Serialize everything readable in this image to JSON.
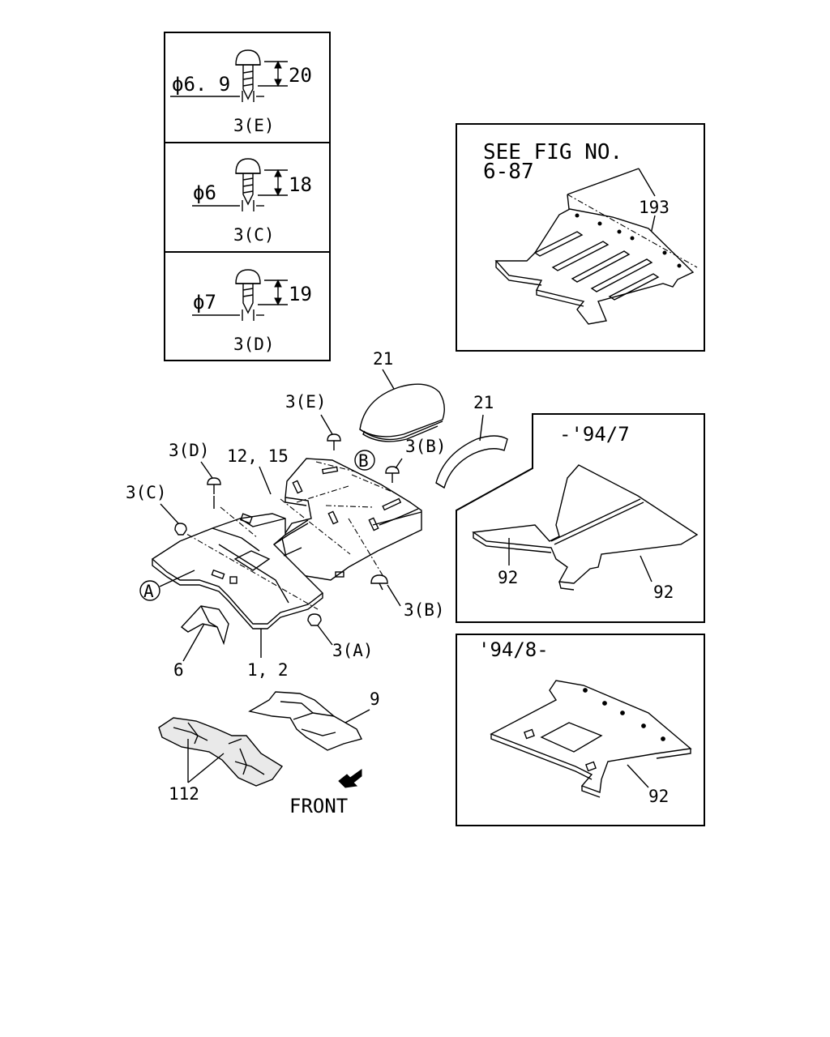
{
  "fasteners": [
    {
      "diameter": "ϕ6. 9",
      "length": "20",
      "code": "3(E)"
    },
    {
      "diameter": "ϕ6",
      "length": "18",
      "code": "3(C)"
    },
    {
      "diameter": "ϕ7",
      "length": "19",
      "code": "3(D)"
    }
  ],
  "main": {
    "labels": {
      "pad_rear_top": "21",
      "pad_rear_side": "21",
      "clip_e": "3(E)",
      "clip_d": "3(D)",
      "clip_b_top": "3(B)",
      "clip_c": "3(C)",
      "clip_b_bottom": "3(B)",
      "clip_a": "3(A)",
      "carpet_rear": "12, 15",
      "carpet_front": "1, 2",
      "bracket": "6",
      "insulator_front": "9",
      "insulator_rear": "112",
      "front": "FRONT"
    },
    "markers": {
      "a": "A",
      "b": "B"
    }
  },
  "insets": {
    "see_fig": {
      "line1": "SEE FIG NO.",
      "line2": "6-87",
      "part": "193"
    },
    "early": {
      "range": "-'94/7",
      "part_left": "92",
      "part_right": "92"
    },
    "late": {
      "range": "'94/8-",
      "part": "92"
    }
  }
}
